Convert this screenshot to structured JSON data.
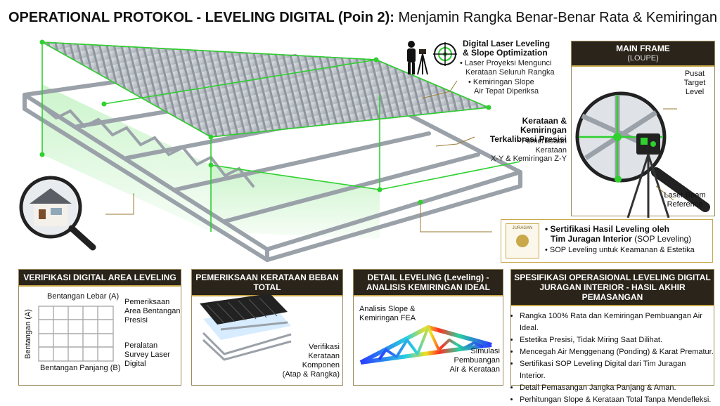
{
  "title": {
    "bold": "OPERATIONAL PROTOKOL - LEVELING DIGITAL (Poin 2):",
    "rest": " Menjamin Rangka Benar-Benar Rata & Kemiringan Ideal"
  },
  "laser": {
    "heading1": "Digital Laser Leveling",
    "heading2": "& Slope Optimization",
    "bullet1a": "• Laser Proyeksi Mengunci",
    "bullet1b": "Kerataan Seluruh Rangka",
    "bullet2a": "• Kemiringan Slope",
    "bullet2b": "Air Tepat Diperiksa"
  },
  "calib": {
    "heading1": "Kerataan & Kemiringan",
    "heading2": "Terkalibrasi Presisi",
    "bullet1a": "• Pemeriksaan Kerataan",
    "bullet1b": "X-Y & Kemiringan Z-Y"
  },
  "main_frame": {
    "title": "MAIN FRAME",
    "subtitle": "(LOUPE)",
    "target1": "Pusat",
    "target2": "Target",
    "target3": "Level",
    "beam1": "Laser Beam",
    "beam2": "Reference"
  },
  "certificate": {
    "line1": "• Sertifikasi Hasil Leveling oleh",
    "line2": "Tim Juragan Interior",
    "line2b": " (SOP Leveling)",
    "line3": "• SOP Leveling untuk Keamanan & Estetika",
    "seal_text": "JURAGAN"
  },
  "panel1": {
    "title": "VERIFIKASI DIGITAL AREA LEVELING",
    "width_label": "Bentangan Lebar (A)",
    "height_label": "Bentangan (A)",
    "length_label": "Bentangan Panjang (B)",
    "note1a": "Pemeriksaan",
    "note1b": "Area Bentangan",
    "note1c": "Presisi",
    "note2a": "Peralatan",
    "note2b": "Survey Laser",
    "note2c": "Digital"
  },
  "panel2": {
    "title": "PEMERIKSAAN KERATAAN BEBAN TOTAL",
    "note1": "Verifikasi",
    "note2": "Kerataan Komponen",
    "note3": "(Atap & Rangka)"
  },
  "panel3": {
    "title1": "DETAIL LEVELING (Leveling) -",
    "title2": "ANALISIS KEMIRINGAN IDEAL",
    "note1a": "Analisis Slope &",
    "note1b": "Kemiringan FEA",
    "note2a": "Simulasi",
    "note2b": "Pembuangan",
    "note2c": "Air & Kerataan"
  },
  "panel4": {
    "title1": "SPESIFIKASI OPERASIONAL LEVELING DIGITAL",
    "title2": "JURAGAN INTERIOR - HASIL AKHIR PEMASANGAN",
    "items": [
      "Rangka 100% Rata dan Kemiringan Pembuangan Air Ideal.",
      "Estetika Presisi, Tidak Miring Saat Dilihat.",
      "Mencegah Air Menggenang (Ponding) & Karat Prematur.",
      "Sertifikasi SOP Leveling Digital dari Tim Juragan Interior.",
      "Detail Pemasangan Jangka Panjang & Aman.",
      "Perhitungan Slope & Kerataan Total Tanpa Mendefleksi."
    ]
  },
  "colors": {
    "panel_header": "#2a241a",
    "gold": "#c9a84a",
    "laser_green": "#2fd02f",
    "steel": "#b8bec6"
  },
  "icons": [
    "surveyor-icon",
    "target-icon",
    "magnifier-icon",
    "laser-level-icon",
    "tripod-icon",
    "certificate-seal-icon"
  ]
}
